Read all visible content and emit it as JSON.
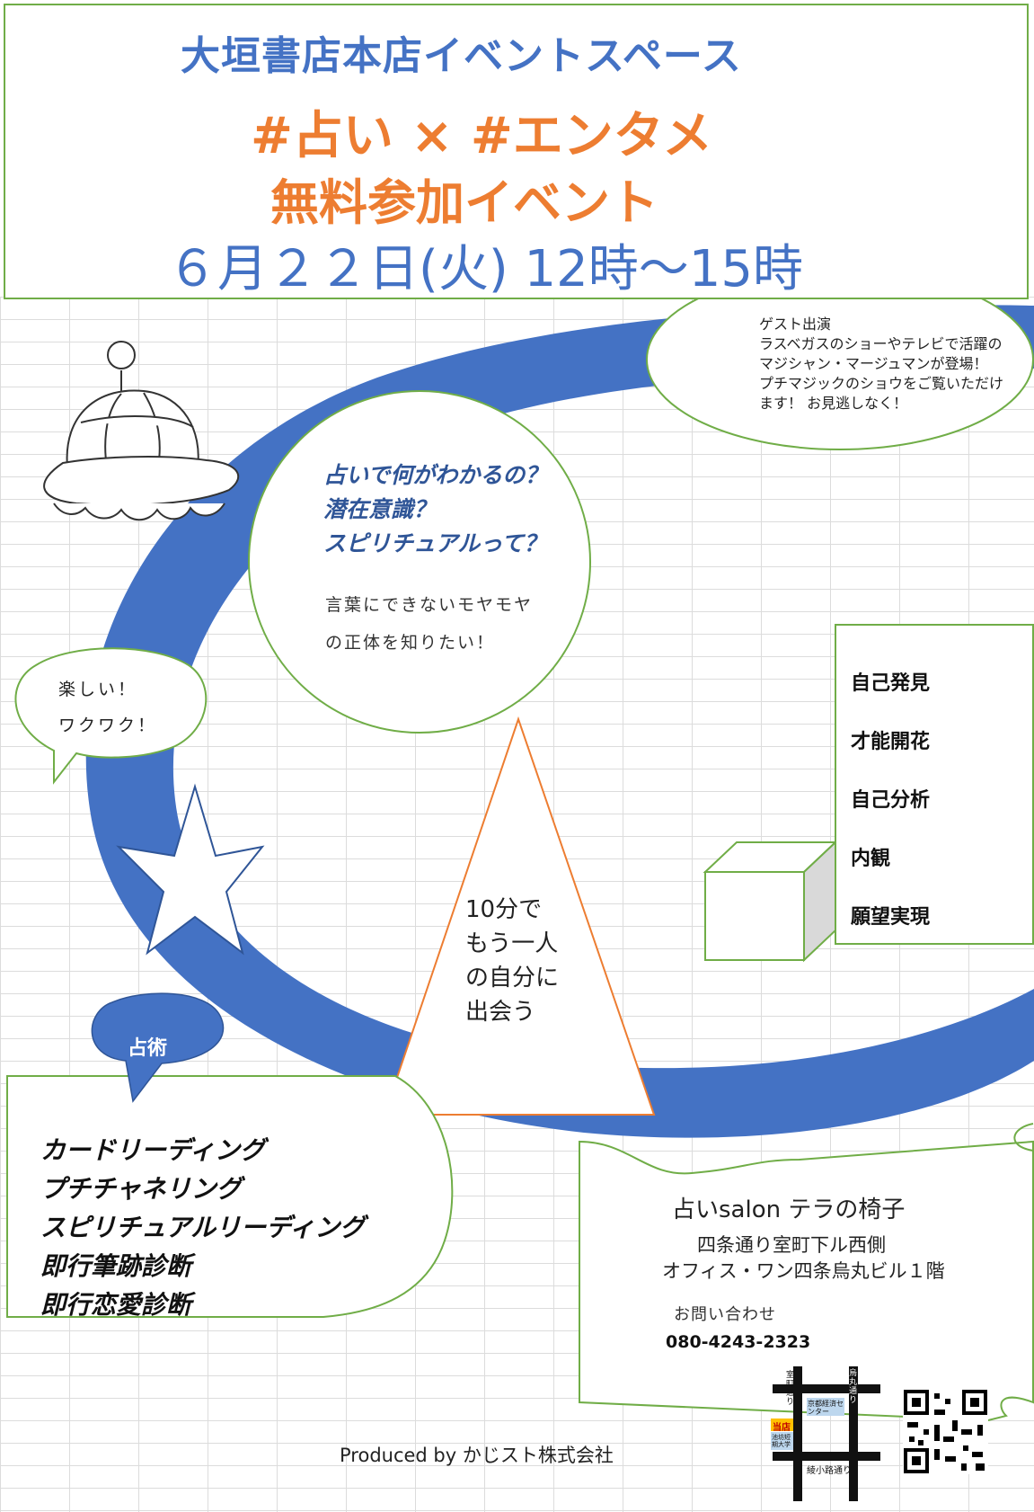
{
  "header": {
    "venue": "大垣書店本店イベントスペース",
    "tagline": "#占い × #エンタメ",
    "event_type": "無料参加イベント",
    "datetime": "６月２２日(火) 12時～15時"
  },
  "guest": {
    "title": "ゲスト出演",
    "line1": "ラスベガスのショーやテレビで活躍の",
    "line2": "マジシャン・マージュマンが登場！",
    "line3": "プチマジックのショウをご覧いただけ",
    "line4": "ます！ お見逃しなく！"
  },
  "center_circle": {
    "q1": "占いで何がわかるの？",
    "q2": "潜在意識？",
    "q3": "スピリチュアルって？",
    "sub1": "言葉にできないモヤモヤ",
    "sub2": "の正体を知りたい！"
  },
  "fun_bubble": {
    "line1": "楽しい！",
    "line2": "ワクワク！"
  },
  "benefits": [
    "自己発見",
    "才能開花",
    "自己分析",
    "内観",
    "願望実現"
  ],
  "triangle": {
    "line1": "10分で",
    "line2": "もう一人",
    "line3": "の自分に",
    "line4": "出会う"
  },
  "methods": {
    "label": "占術",
    "items": [
      "カードリーディング",
      "プチチャネリング",
      "スピリチュアルリーディング",
      "即行筆跡診断",
      "即行恋愛診断"
    ]
  },
  "salon": {
    "name": "占いsalon テラの椅子",
    "address1": "四条通り室町下ル西側",
    "address2": "オフィス・ワン四条烏丸ビル１階",
    "contact_label": "お問い合わせ",
    "phone": "080-4243-2323"
  },
  "map": {
    "street1": "室町通り",
    "street2": "烏丸通り",
    "street3": "綾小路通り",
    "building": "京都経済センター",
    "shop": "当店",
    "school": "池坊短期大学"
  },
  "footer": {
    "producer": "Produced by かじスト株式会社"
  },
  "colors": {
    "blue": "#4472c4",
    "orange": "#ed7d31",
    "green": "#70ad47",
    "ring": "#4472c4"
  }
}
